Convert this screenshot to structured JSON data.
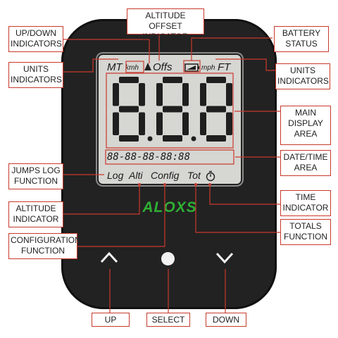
{
  "device": {
    "brand": "ALOXS",
    "lcd": {
      "units_left": "MT",
      "speed_unit_left": "kmh",
      "offset_text": "Offs",
      "speed_unit_right": "mph",
      "units_right": "FT",
      "main_digits": "8.8.8",
      "datetime": "88-88-88-88:88",
      "functions": [
        "Log",
        "Alti",
        "Config",
        "Tot"
      ]
    }
  },
  "callouts": {
    "altitude_offset": "ALTITUDE OFFSET INDICATOR",
    "up_down": "UP/DOWN INDICATORS",
    "battery": "BATTERY STATUS",
    "units_left": "UNITS INDICATORS",
    "units_right": "UNITS INDICATORS",
    "main_display": "MAIN DISPLAY AREA",
    "date_time": "DATE/TIME AREA",
    "jumps_log": "JUMPS LOG FUNCTION",
    "time_indicator": "TIME INDICATOR",
    "altitude_indicator": "ALTITUDE INDICATOR",
    "totals": "TOTALS FUNCTION",
    "configuration": "CONFIGURATION FUNCTION",
    "up": "UP",
    "select": "SELECT",
    "down": "DOWN"
  },
  "colors": {
    "callout_border": "#c8392c",
    "device_body": "#222222",
    "lcd_background": "#d6d6d2",
    "logo": "#2fb034"
  },
  "icons": [
    "battery-icon",
    "up-triangle-icon",
    "stopwatch-icon",
    "chevron-up-icon",
    "chevron-down-icon",
    "select-dot-icon"
  ]
}
